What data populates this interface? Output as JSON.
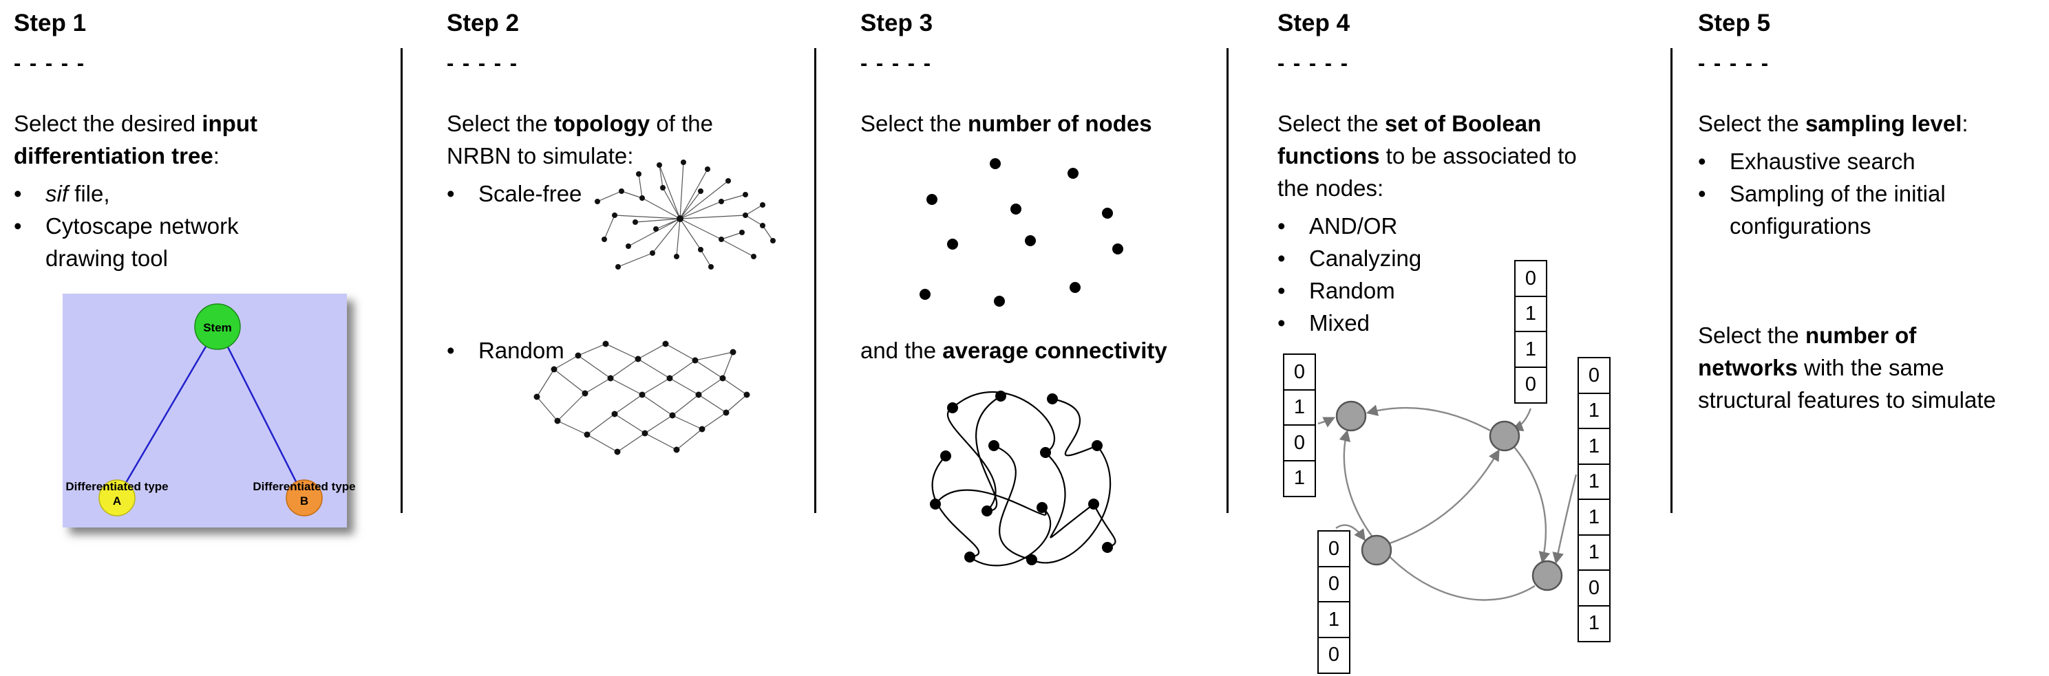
{
  "colors": {
    "tree_background": "#c8c8f8",
    "stem_green": "#2fd42f",
    "type_a_yellow": "#f2ee2c",
    "type_b_orange": "#f19437",
    "tree_link_blue": "#2222cc",
    "boolean_node_gray": "#a0a0a0",
    "text_black": "#000000"
  },
  "steps": {
    "step1": {
      "title": "Step 1",
      "dashes": "- - - - -",
      "intro": {
        "l1_pre": "Select the desired ",
        "l1_b": "input",
        "l2_b": "differentiation tree",
        "l2_post": ":"
      },
      "bullet_mark": "•",
      "bullet1": {
        "italic": "sif",
        "rest": " file,"
      },
      "bullet2": {
        "l1": "Cytoscape network",
        "l2": "drawing tool"
      },
      "tree": {
        "stem": "Stem",
        "type_a": "Differentiated type A",
        "type_b": "Differentiated type B"
      }
    },
    "step2": {
      "title": "Step 2",
      "dashes": "- - - - -",
      "intro": {
        "l1_pre": "Select the ",
        "l1_b": "topology",
        "l1_post": " of the",
        "l2": "NRBN to simulate:"
      },
      "bullet_mark": "•",
      "bullet1": "Scale-free",
      "bullet2": "Random"
    },
    "step3": {
      "title": "Step 3",
      "dashes": "- - - - -",
      "line1": {
        "pre": "Select the ",
        "b": "number of nodes"
      },
      "line2": {
        "pre": "and the ",
        "b": "average connectivity"
      }
    },
    "step4": {
      "title": "Step 4",
      "dashes": "- - - - -",
      "intro": {
        "l1_pre": "Select the ",
        "l1_b": "set of Boolean",
        "l2_b": "functions",
        "l2_post": " to be associated to",
        "l3": "the nodes:"
      },
      "bullet_mark": "•",
      "bullets": [
        "AND/OR",
        "Canalyzing",
        "Random",
        "Mixed"
      ],
      "truth_tables": {
        "left": [
          "0",
          "1",
          "0",
          "1"
        ],
        "top": [
          "0",
          "1",
          "1",
          "0"
        ],
        "bottom": [
          "0",
          "0",
          "1",
          "0"
        ],
        "right": [
          "0",
          "1",
          "1",
          "1",
          "1",
          "1",
          "0",
          "1"
        ]
      }
    },
    "step5": {
      "title": "Step 5",
      "dashes": "- - - - -",
      "intro": {
        "pre": "Select the ",
        "b": "sampling level",
        "post": ":"
      },
      "bullet_mark": "•",
      "bullet1": "Exhaustive search",
      "bullet2": {
        "l1": "Sampling of the initial",
        "l2": "configurations"
      },
      "p2": {
        "l1_pre": "Select the ",
        "l1_b": "number of",
        "l2_b": "networks",
        "l2_rest": " with the same",
        "l3": "structural features to simulate"
      }
    }
  }
}
